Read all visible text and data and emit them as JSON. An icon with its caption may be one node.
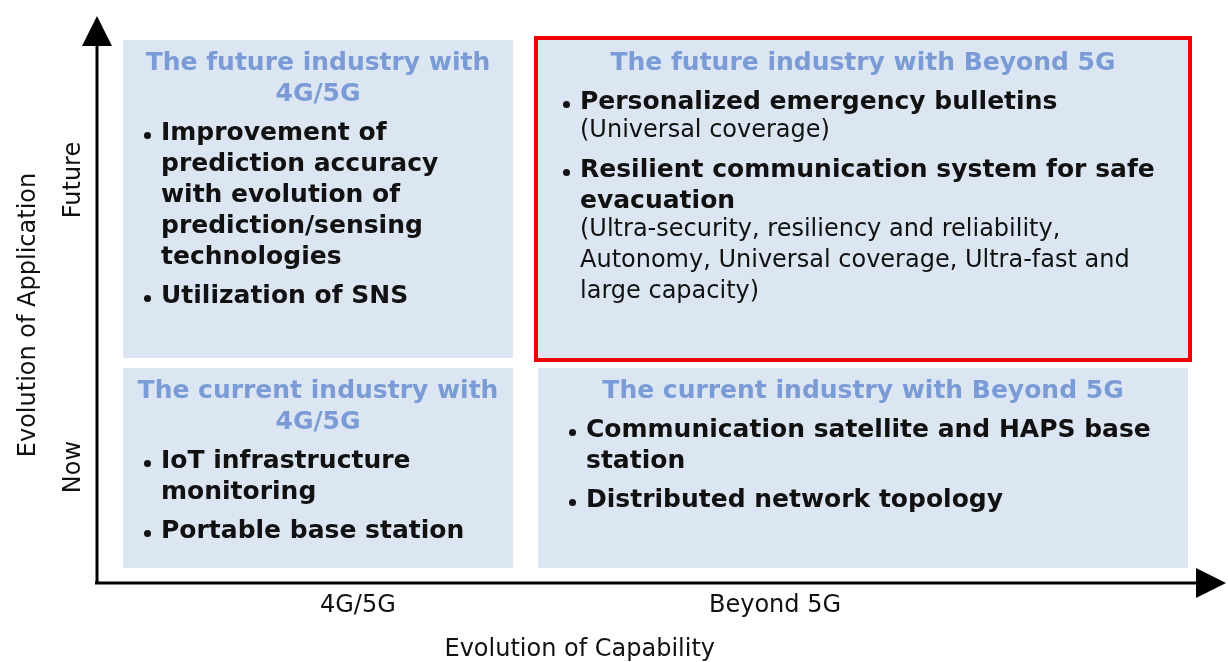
{
  "diagram": {
    "nodes": [
      {
        "text": [
          "The future industry with 4G/5G",
          "Improvement of prediction accuracy with evolution of prediction/sensing technologies",
          "Utilization of SNS"
        ]
      },
      {
        "text": [
          "The future industry with Beyond 5G",
          "Personalized emergency bulletins",
          "(Universal coverage)",
          "Resilient communication system for safe evacuation",
          "(Ultra-security, resiliency and reliability, Autonomy, Universal coverage, Ultra-fast and large capacity)"
        ]
      },
      {
        "text": [
          "The current industry with 4G/5G",
          "IoT infrastructure monitoring",
          "Portable base station"
        ]
      },
      {
        "text": [
          "The current industry with Beyond 5G",
          "Communication satellite and HAPS base station",
          "Distributed network topology"
        ]
      }
    ],
    "edges": [],
    "labels": [
      "Future",
      "Now",
      "Evolution of Application",
      "4G/5G",
      "Beyond 5G",
      "Evolution of Capability"
    ]
  }
}
